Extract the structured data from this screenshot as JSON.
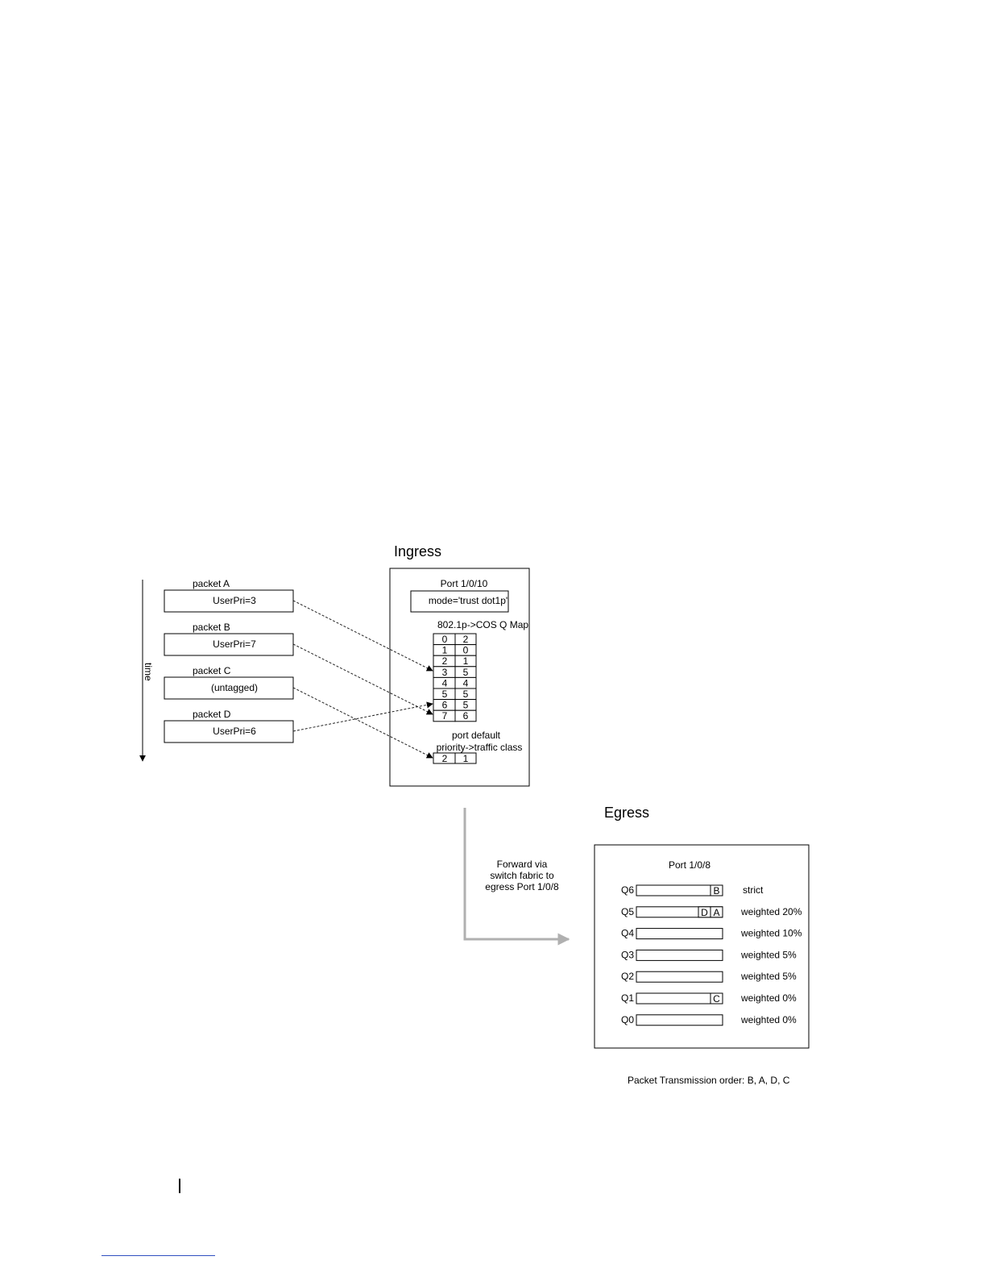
{
  "ingress": {
    "title": "Ingress",
    "port": "Port 1/0/10",
    "mode": "mode='trust dot1p'",
    "map_title": "802.1p->COS Q Map",
    "map": [
      [
        "0",
        "2"
      ],
      [
        "1",
        "0"
      ],
      [
        "2",
        "1"
      ],
      [
        "3",
        "5"
      ],
      [
        "4",
        "4"
      ],
      [
        "5",
        "5"
      ],
      [
        "6",
        "5"
      ],
      [
        "7",
        "6"
      ]
    ],
    "default_title_1": "port default",
    "default_title_2": "priority->traffic class",
    "default_row": [
      "2",
      "1"
    ]
  },
  "time_label": "time",
  "packets": [
    {
      "label": "packet A",
      "value": "UserPri=3"
    },
    {
      "label": "packet B",
      "value": "UserPri=7"
    },
    {
      "label": "packet C",
      "value": "(untagged)"
    },
    {
      "label": "packet D",
      "value": "UserPri=6"
    }
  ],
  "forward": {
    "line1": "Forward via",
    "line2": "switch fabric to",
    "line3": "egress Port 1/0/8"
  },
  "egress": {
    "title": "Egress",
    "port": "Port 1/0/8",
    "queues": [
      {
        "name": "Q6",
        "policy": "strict",
        "slots": [
          "B"
        ]
      },
      {
        "name": "Q5",
        "policy": "weighted 20%",
        "slots": [
          "D",
          "A"
        ]
      },
      {
        "name": "Q4",
        "policy": "weighted 10%",
        "slots": []
      },
      {
        "name": "Q3",
        "policy": "weighted 5%",
        "slots": []
      },
      {
        "name": "Q2",
        "policy": "weighted 5%",
        "slots": []
      },
      {
        "name": "Q1",
        "policy": "weighted 0%",
        "slots": [
          "C"
        ]
      },
      {
        "name": "Q0",
        "policy": "weighted 0%",
        "slots": []
      }
    ]
  },
  "transmission_order": "Packet Transmission order:  B, A, D, C"
}
